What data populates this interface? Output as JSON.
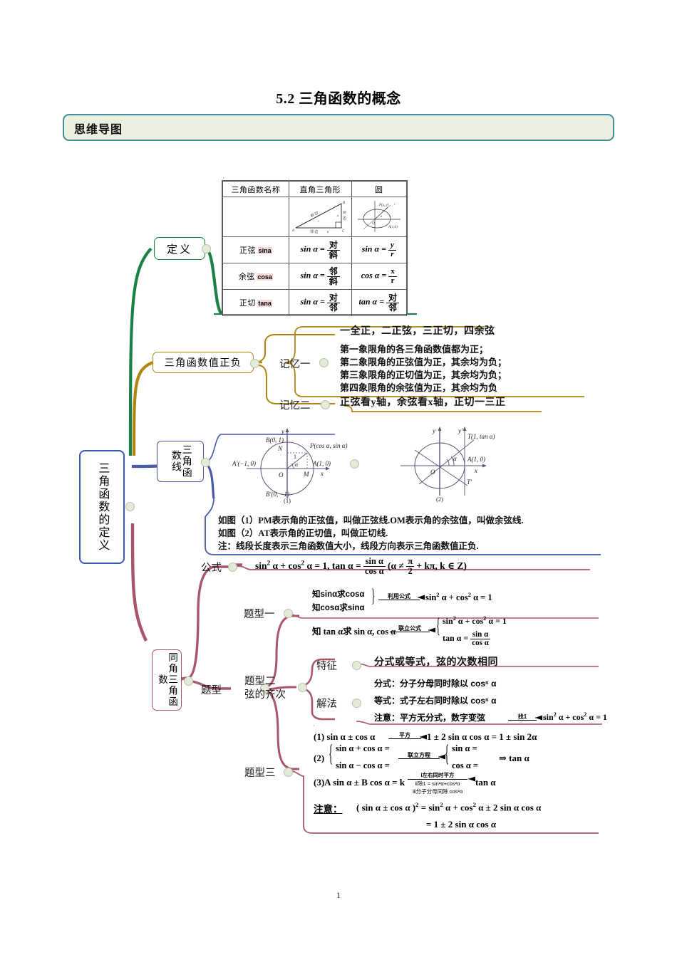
{
  "document": {
    "title": "5.2  三角函数的概念",
    "banner_label": "思维导图",
    "page_number": "1"
  },
  "mindmap": {
    "root": "三角函数的定义",
    "branches": {
      "definition": {
        "label": "定义",
        "table": {
          "headers": [
            "三角函数名称",
            "直角三角形",
            "圆"
          ],
          "rows": [
            {
              "name_cn": "正弦",
              "name_en": "sina",
              "triangle": "sin α = 对/斜",
              "circle": "sin α = y/r"
            },
            {
              "name_cn": "余弦",
              "name_en": "cosa",
              "triangle": "sin α = 邻/斜",
              "circle": "cos α = x/r"
            },
            {
              "name_cn": "正切",
              "name_en": "tana",
              "triangle": "sin α = 对/邻",
              "circle": "tan α = 对/邻"
            }
          ],
          "triangle_figure_labels": [
            "A",
            "B",
            "C",
            "斜边 c",
            "对边 a",
            "邻边 b"
          ],
          "circle_figure_labels": [
            "P(x, y)",
            "O",
            "r",
            "A(1, 0)",
            "x",
            "y"
          ]
        }
      },
      "signs": {
        "label": "三角函数值正负",
        "memory_one": {
          "label": "记忆一",
          "headline": "一全正，二正弦，三正切，四余弦",
          "lines": [
            "第一象限角的各三角函数值都为正；",
            "第二象限角的正弦值为正，其余均为负；",
            "第三象限角的正切值为正，其余均为负；",
            "第四象限角的余弦值为正，其余均为负"
          ]
        },
        "memory_two": {
          "label": "记忆二",
          "text": "正弦看y轴，余弦看x轴，正切一三正"
        }
      },
      "trig_lines": {
        "label": "三角函数线",
        "figure1": {
          "caption": "(1)",
          "labels": [
            "B(0, 1)",
            "P(cos α, sin α)",
            "A′(−1, 0)",
            "A(1, 0)",
            "B′(0, −1)",
            "N",
            "M",
            "O",
            "1",
            "α",
            "x",
            "y"
          ]
        },
        "figure2": {
          "caption": "(2)",
          "labels": [
            "T(1, tan α)",
            "A(1, 0)",
            "O",
            "α",
            "T′",
            "x",
            "y",
            "y′"
          ]
        },
        "notes": [
          "如图（1）PM表示角的正弦值，叫做正弦线.OM表示角的余弦值，叫做余弦线.",
          "如图（2）AT表示角的正切值，叫做正切线.",
          "注：线段长度表示三角函数值大小，线段方向表示三角函数值正负."
        ]
      },
      "same_angle": {
        "label": "同角三角函数",
        "formula": {
          "label": "公式",
          "text": "sin²α + cos²α = 1, tan α = sin α / cos α  (α ≠ π/2 + kπ, k ∈ Z)"
        },
        "problem_types_label": "题型",
        "type_one": {
          "label": "题型一",
          "items": [
            "知sinα求cosα",
            "知cosα求sinα"
          ],
          "arrow1": "利用公式",
          "result1": "sin²α + cos²α = 1",
          "item2": "知 tan α求 sin α, cos α",
          "arrow2": "联立公式",
          "result2": [
            "sin²α + cos²α = 1",
            "tan α = sin α / cos α"
          ]
        },
        "type_two": {
          "label": "题型二\n弦的齐次",
          "feature_label": "特征",
          "feature_text": "分式或等式，弦的次数相同",
          "method_label": "解法",
          "methods": [
            "分式：分子分母同时除以 cosⁿ α",
            "等式：式子左右同时除以 cosⁿ α",
            "注意：平方无分式，数字变弦"
          ],
          "method_arrow": "找1",
          "method_result": "sin²α + cos²α = 1"
        },
        "type_three": {
          "label": "题型三",
          "line1_lhs": "(1) sin α ± cos α",
          "line1_arrow": "平方",
          "line1_rhs": "1 ± 2 sin α cos α = 1 ± sin 2α",
          "line2_label": "(2)",
          "line2_left": [
            "sin α + cos α =",
            "sin α − cos α ="
          ],
          "line2_arrow": "联立方程",
          "line2_right": [
            "sin α =",
            "cos α ="
          ],
          "line2_result": "⇒ tan α",
          "line3_lhs": "(3)A sin α ± B cos α = k",
          "line3_arrow": [
            "ⅰ左右同时平方",
            "ⅱ除1 = sin²α+cos²α",
            "ⅲ分子分母同除 cos²α"
          ],
          "line3_rhs": "tan α",
          "note_label": "注意：",
          "note_line1": "( sin α ± cos α )² = sin²α + cos²α ± 2 sin α cos α",
          "note_line2": "= 1 ± 2 sin α cos α"
        }
      }
    }
  },
  "colors": {
    "banner_fill": "#eaefe0",
    "banner_border": "#3f8f99",
    "green": "#1a8248",
    "gold": "#b08513",
    "blue": "#4a5aa8",
    "root_blue": "#3d57c0",
    "rose": "#a8566a"
  }
}
